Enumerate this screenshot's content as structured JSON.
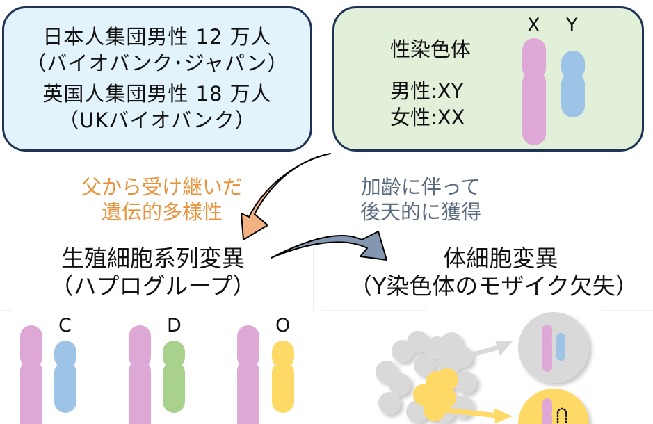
{
  "cohorts": {
    "lines": [
      "日本人集団男性 12 万人",
      "（バイオバンク･ジャパン）",
      "英国人集団男性 18 万人",
      "（UKバイオバンク）"
    ]
  },
  "sex_chromosomes": {
    "title": "性染色体",
    "male": "男性:XY",
    "female": "女性:XX",
    "label_x": "X",
    "label_y": "Y"
  },
  "inherited": {
    "line1": "父から受け継いだ",
    "line2": "遺伝的多様性"
  },
  "acquired": {
    "line1": "加齢に伴って",
    "line2": "後天的に獲得"
  },
  "germline": {
    "title": "生殖細胞系列変異",
    "subtitle": "（ハプログループ）"
  },
  "somatic": {
    "title": "体細胞変異",
    "subtitle": "（Y染色体のモザイク欠失）"
  },
  "haplogroups": [
    {
      "label": "C",
      "color": "#9dc3e6"
    },
    {
      "label": "D",
      "color": "#a9d18e"
    },
    {
      "label": "O",
      "color": "#ffd966"
    }
  ],
  "colors": {
    "x_chromosome": "#dda8d6",
    "y_chromosome": "#9dc3e6",
    "inherited_arrow": "#f4b183",
    "acquired_arrow": "#8497b0",
    "normal_cell": "#d9d9d9",
    "lost_y_cell": "#ffd966",
    "box_border": "#1f3355"
  }
}
